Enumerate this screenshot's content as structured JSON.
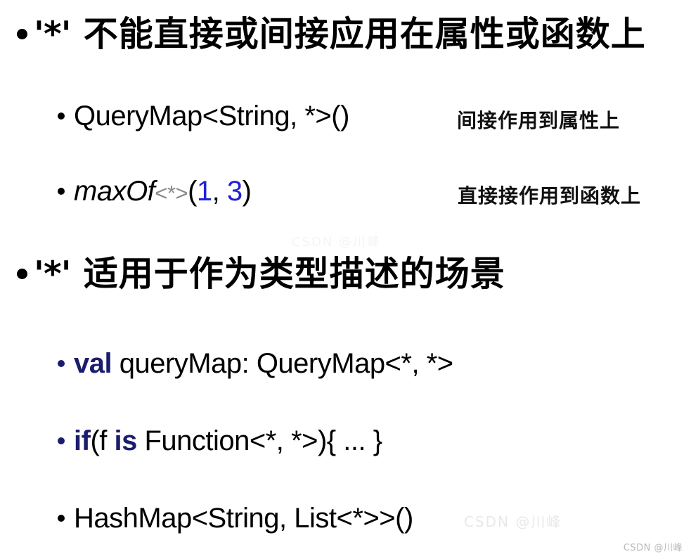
{
  "slide": {
    "background_color": "#ffffff",
    "accent_blue": "#1c1c6e",
    "number_blue": "#2121d6",
    "dim_gray": "#8a8a8a"
  },
  "headings": {
    "first": {
      "star": "'*'",
      "text": " 不能直接或间接应用在属性或函数上"
    },
    "second": {
      "star": "'*'",
      "text": " 适用于作为类型描述的场景"
    }
  },
  "items": {
    "query_map_call": {
      "main": "QueryMap<String, *>()",
      "annotation": "间接作用到属性上"
    },
    "max_of_call": {
      "name": "maxOf",
      "generic": "<*>",
      "open_paren": "(",
      "arg1": "1",
      "comma": ", ",
      "arg2": "3",
      "close_paren": ")",
      "annotation": "直接接作用到函数上"
    },
    "val_query_map": {
      "keyword": "val",
      "rest": " queryMap: QueryMap<*, *>"
    },
    "if_is_function": {
      "keyword_if": "if",
      "mid_open": "(f ",
      "keyword_is": "is",
      "rest": " Function<*, *>){ ... }"
    },
    "hash_map_call": {
      "main": "HashMap<String, List<*>>()"
    }
  },
  "watermarks": {
    "corner": "CSDN @川峰",
    "faint_center": "CSDN @川峰",
    "faint_bottom": "CSDN @川峰"
  }
}
